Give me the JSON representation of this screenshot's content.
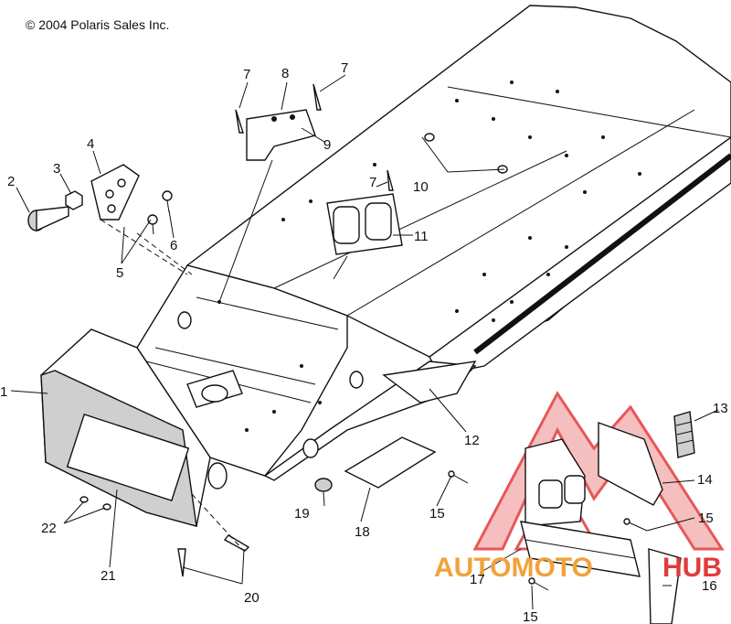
{
  "copyright": "© 2004 Polaris Sales Inc.",
  "callouts": {
    "c1": "1",
    "c2": "2",
    "c3": "3",
    "c4": "4",
    "c5": "5",
    "c6": "6",
    "c7a": "7",
    "c7b": "7",
    "c7c": "7",
    "c8": "8",
    "c9": "9",
    "c10": "10",
    "c11": "11",
    "c12": "12",
    "c13": "13",
    "c14": "14",
    "c15a": "15",
    "c15b": "15",
    "c15c": "15",
    "c16": "16",
    "c17": "17",
    "c18": "18",
    "c19": "19",
    "c20": "20",
    "c21": "21",
    "c22": "22"
  },
  "watermark": {
    "part1": "AUTOMOTO",
    "part2": "HUB",
    "color_red": "#e23b3b",
    "color_orange": "#f2a23a"
  }
}
